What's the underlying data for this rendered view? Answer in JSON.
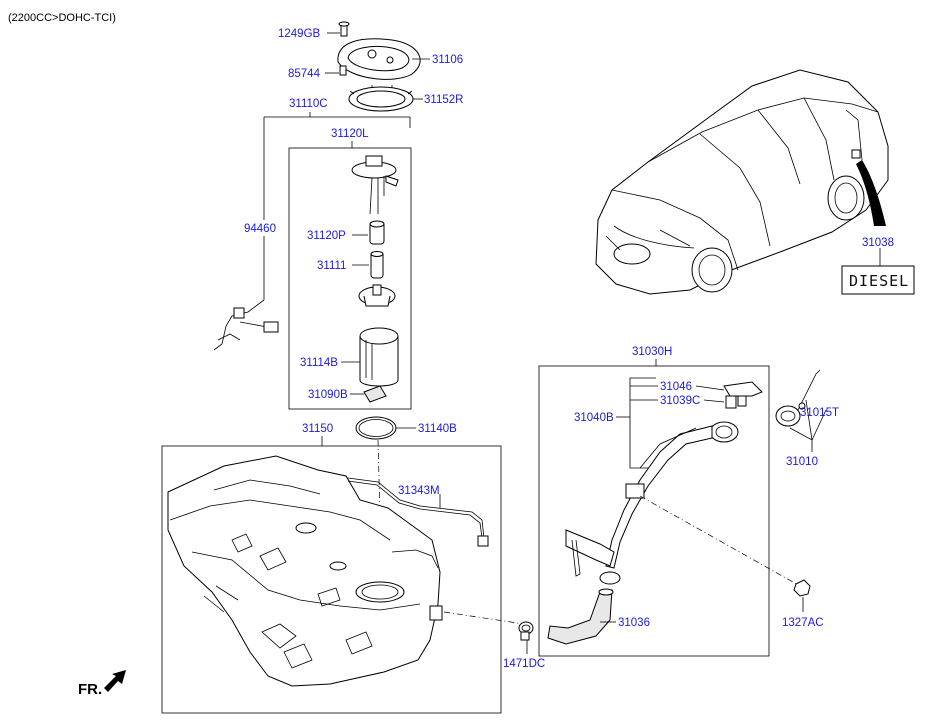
{
  "header": {
    "engine_note": "(2200CC>DOHC-TCI)"
  },
  "direction_marker": "FR.",
  "vehicle_badge": "DIESEL",
  "part_labels": {
    "p1249GB": "1249GB",
    "p31106": "31106",
    "p85744": "85744",
    "p31152R": "31152R",
    "p31110C": "31110C",
    "p31120L": "31120L",
    "p94460": "94460",
    "p31120P": "31120P",
    "p31111": "31111",
    "p31114B": "31114B",
    "p31090B": "31090B",
    "p31140B": "31140B",
    "p31150": "31150",
    "p31343M": "31343M",
    "p1471DC": "1471DC",
    "p31038": "31038",
    "p31030H": "31030H",
    "p31046": "31046",
    "p31039C": "31039C",
    "p31040B": "31040B",
    "p31015T": "31015T",
    "p31010": "31010",
    "p31036": "31036",
    "p1327AC": "1327AC"
  },
  "icons": [
    "fuel-pump-module",
    "fuel-tank",
    "filler-neck",
    "fuel-cap",
    "vehicle",
    "front-direction-arrow"
  ],
  "colors": {
    "label": "#1a1adc",
    "line": "#000000",
    "background": "#ffffff"
  }
}
